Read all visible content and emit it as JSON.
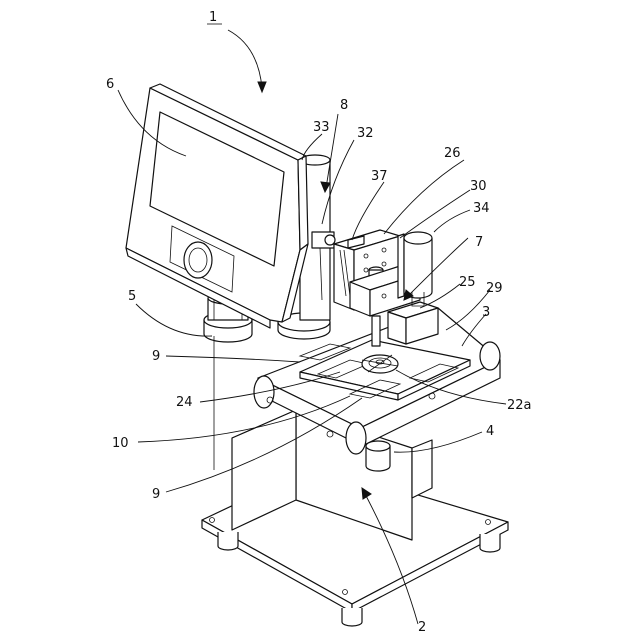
{
  "figure": {
    "labels": {
      "l1": "1",
      "l2": "2",
      "l3": "3",
      "l4": "4",
      "l5": "5",
      "l6": "6",
      "l7": "7",
      "l8": "8",
      "l9a": "9",
      "l9b": "9",
      "l10": "10",
      "l22a": "22a",
      "l24": "24",
      "l25": "25",
      "l26": "26",
      "l29": "29",
      "l30": "30",
      "l32": "32",
      "l33": "33",
      "l34": "34",
      "l37": "37"
    }
  }
}
